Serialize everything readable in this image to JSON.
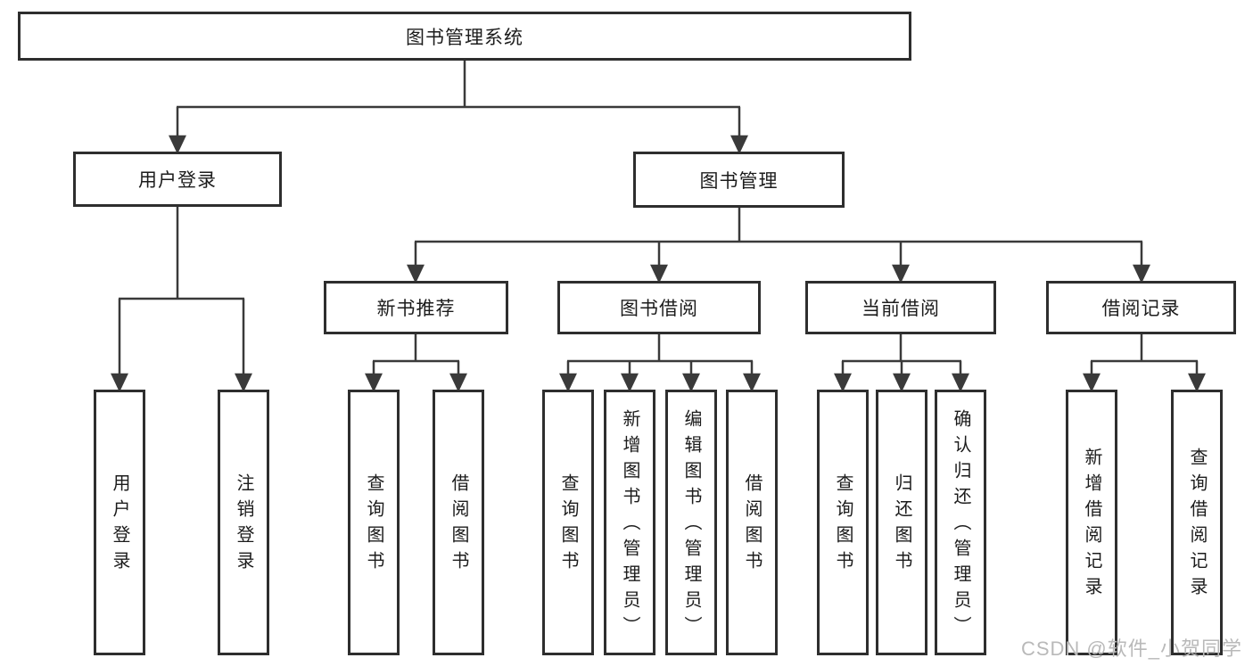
{
  "diagram": {
    "root": {
      "label": "图书管理系统"
    },
    "branches": [
      {
        "label": "用户登录",
        "children": [
          {
            "label": "用户登录"
          },
          {
            "label": "注销登录"
          }
        ]
      },
      {
        "label": "图书管理",
        "children": [
          {
            "label": "新书推荐",
            "children": [
              {
                "label": "查询图书"
              },
              {
                "label": "借阅图书"
              }
            ]
          },
          {
            "label": "图书借阅",
            "children": [
              {
                "label": "查询图书"
              },
              {
                "label": "新增图书（管理员）"
              },
              {
                "label": "编辑图书（管理员）"
              },
              {
                "label": "借阅图书"
              }
            ]
          },
          {
            "label": "当前借阅",
            "children": [
              {
                "label": "查询图书"
              },
              {
                "label": "归还图书"
              },
              {
                "label": "确认归还（管理员）"
              }
            ]
          },
          {
            "label": "借阅记录",
            "children": [
              {
                "label": "新增借阅记录"
              },
              {
                "label": "查询借阅记录"
              }
            ]
          }
        ]
      }
    ],
    "watermark": "CSDN @软件_小贺同学",
    "colors": {
      "line": "#3a3a3a",
      "box_border": "#2e2e2e",
      "text": "#1c1c1c",
      "watermark_text": "#b9b9b9",
      "background": "#ffffff"
    }
  }
}
